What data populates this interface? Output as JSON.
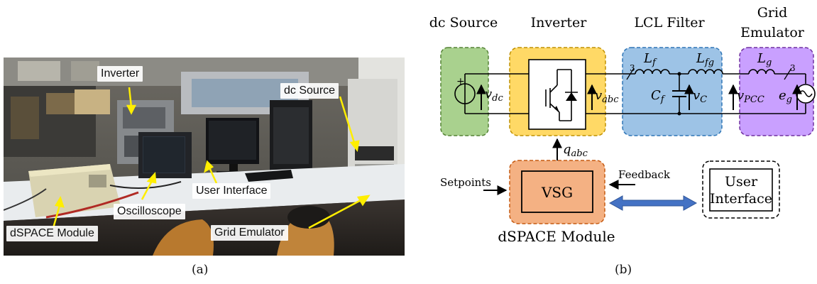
{
  "photo": {
    "labels": {
      "inverter": "Inverter",
      "dc_source": "dc Source",
      "user_interface": "User Interface",
      "oscilloscope": "Oscilloscope",
      "dspace_module": "dSPACE Module",
      "grid_emulator": "Grid Emulator"
    },
    "caption": "(a)"
  },
  "schematic": {
    "headers": {
      "dc_source": "dc Source",
      "inverter": "Inverter",
      "lcl_filter": "LCL Filter",
      "grid_line1": "Grid",
      "grid_line2": "Emulator"
    },
    "symbols": {
      "v_dc": "v",
      "v_dc_sub": "dc",
      "v_abc": "v",
      "v_abc_sub": "abc",
      "L_f": "L",
      "L_f_sub": "f",
      "L_fg": "L",
      "L_fg_sub": "fg",
      "C_f": "C",
      "C_f_sub": "f",
      "v_C": "v",
      "v_C_sub": "C",
      "v_pcc": "v",
      "v_pcc_sub": "PCC",
      "L_g": "L",
      "L_g_sub": "g",
      "e_g": "e",
      "e_g_sub": "g",
      "q_abc": "q",
      "q_abc_sub": "abc",
      "phase3_a": "3",
      "phase3_b": "3",
      "plus": "+"
    },
    "vsg_label": "VSG",
    "setpoints": "Setpoints",
    "feedback": "Feedback",
    "user_interface_line1": "User",
    "user_interface_line2": "Interface",
    "dspace_module": "dSPACE Module",
    "caption": "(b)",
    "colors": {
      "dc_fill": "#a9d18e",
      "dc_stroke": "#548235",
      "inv_fill": "#ffd966",
      "inv_stroke": "#bf9000",
      "lcl_fill": "#9dc3e6",
      "lcl_stroke": "#2e75b6",
      "grid_fill": "#c9a0ff",
      "grid_stroke": "#7030a0",
      "vsg_fill": "#f4b183",
      "vsg_stroke": "#c55a11",
      "arrow_fill": "#4472c4",
      "arrow_stroke": "#2f5597"
    }
  }
}
